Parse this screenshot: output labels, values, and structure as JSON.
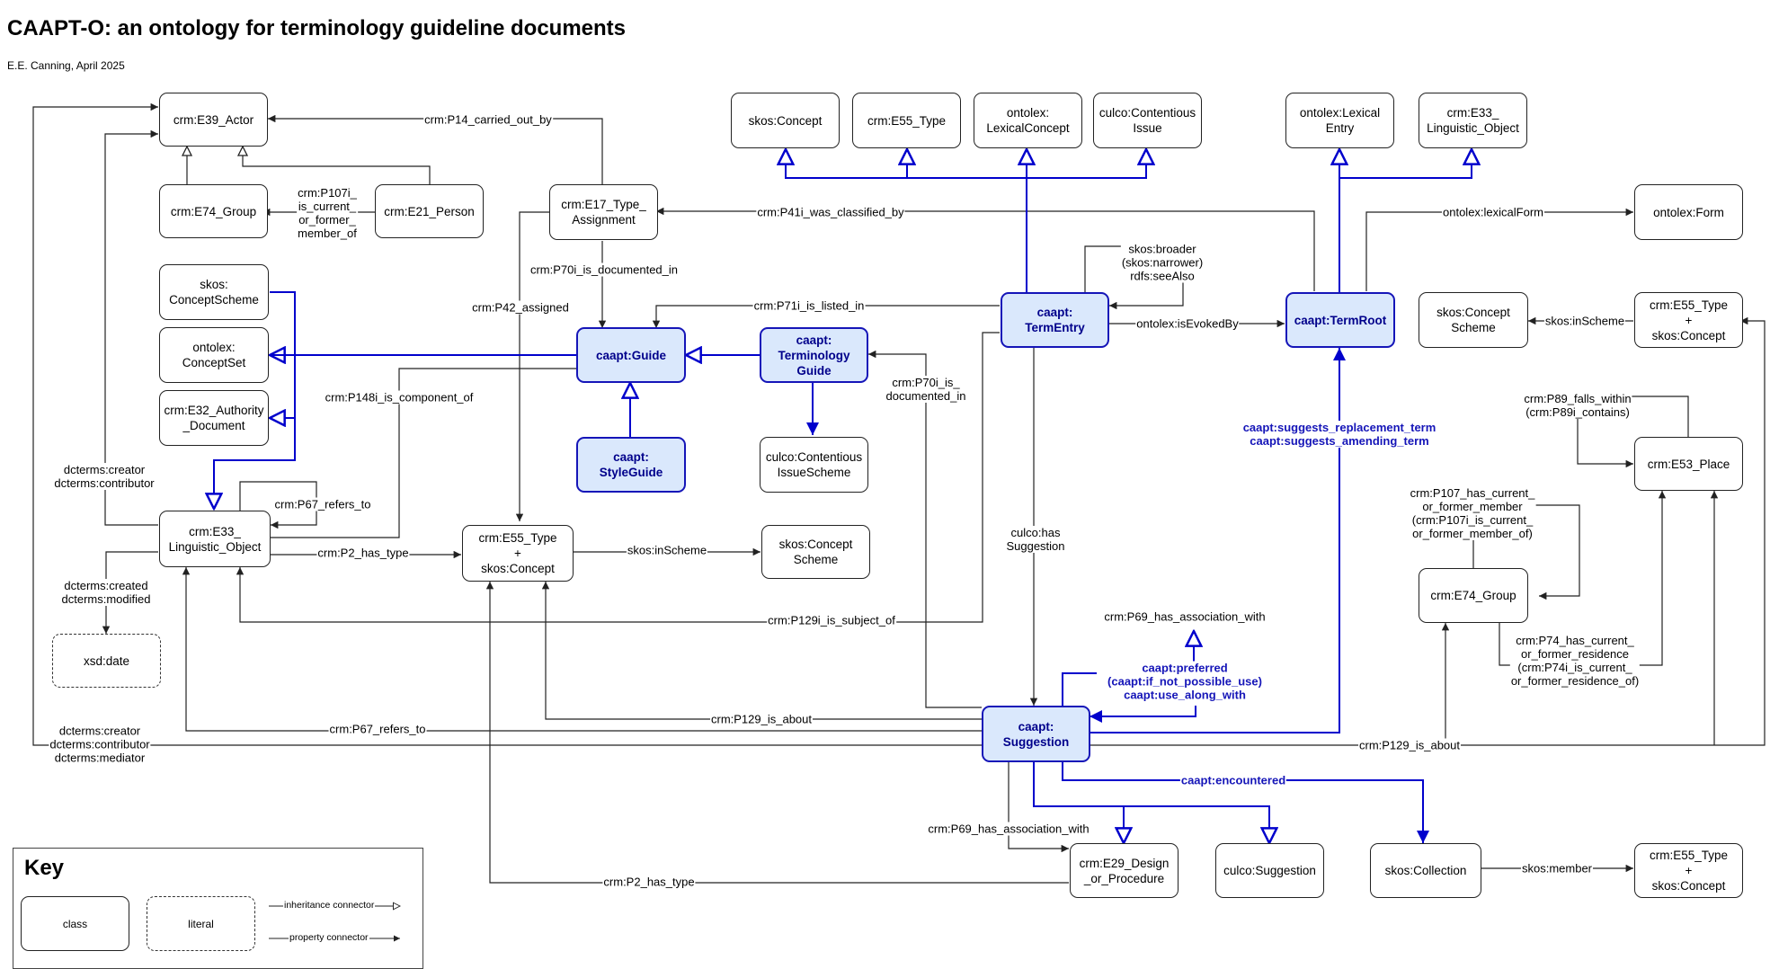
{
  "title": "CAAPT-O: an ontology for terminology guideline documents",
  "author_line": "E.E. Canning, April 2025",
  "nodes": {
    "e39_actor": "crm:E39_Actor",
    "e74_group_left": "crm:E74_Group",
    "e21_person": "crm:E21_Person",
    "e17_type_assignment": "crm:E17_Type_\nAssignment",
    "skos_concept": "skos:Concept",
    "e55_type_top": "crm:E55_Type",
    "ontolex_lexicalconcept": "ontolex:\nLexicalConcept",
    "culco_contentious_issue": "culco:Contentious\nIssue",
    "ontolex_lexicalentry": "ontolex:Lexical\nEntry",
    "e33_linguistic_top": "crm:E33_\nLinguistic_Object",
    "ontolex_form": "ontolex:Form",
    "skos_conceptscheme": "skos:\nConceptScheme",
    "ontolex_conceptset": "ontolex:\nConceptSet",
    "e32_authority": "crm:E32_Authority\n_Document",
    "caapt_guide": "caapt:Guide",
    "caapt_terminology_guide": "caapt:\nTerminology\nGuide",
    "caapt_styleguide": "caapt:\nStyleGuide",
    "culco_contentious_scheme": "culco:Contentious\nIssueScheme",
    "caapt_termentry": "caapt:\nTermEntry",
    "caapt_termroot": "caapt:TermRoot",
    "skos_concept_scheme_right": "skos:Concept\nScheme",
    "e55_skos_right_top": "crm:E55_Type\n+\nskos:Concept",
    "e53_place": "crm:E53_Place",
    "e74_group_right": "crm:E74_Group",
    "e33_linguistic_left": "crm:E33_\nLinguistic_Object",
    "e55_skos_mid": "crm:E55_Type\n+\nskos:Concept",
    "skos_concept_scheme_mid": "skos:Concept\nScheme",
    "xsd_date": "xsd:date",
    "caapt_suggestion": "caapt:\nSuggestion",
    "e29_design": "crm:E29_Design\n_or_Procedure",
    "culco_suggestion": "culco:Suggestion",
    "skos_collection": "skos:Collection",
    "e55_skos_bottom": "crm:E55_Type\n+\nskos:Concept"
  },
  "labels": {
    "p14": "crm:P14_carried_out_by",
    "p107i_left": "crm:P107i_\nis_current_\nor_former_\nmember_of",
    "p41i": "crm:P41i_was_classified_by",
    "lexicalform": "ontolex:lexicalForm",
    "broader": "skos:broader\n(skos:narrower)\nrdfs:seeAlso",
    "p70i_guide": "crm:P70i_is_documented_in",
    "p42": "crm:P42_assigned",
    "p71i": "crm:P71i_is_listed_in",
    "isevokedby": "ontolex:isEvokedBy",
    "inscheme_right": "skos:inScheme",
    "p70i_suggestion": "crm:P70i_is_\ndocumented_in",
    "p148i": "crm:P148i_is_component_of",
    "suggests_replacement": "caapt:suggests_replacement_term\ncaapt:suggests_amending_term",
    "p89": "crm:P89_falls_within\n(crm:P89i_contains)",
    "creator_top": "dcterms:creator\ndcterms:contributor",
    "p67_loop": "crm:P67_refers_to",
    "p107_right": "crm:P107_has_current_\nor_former_member\n(crm:P107i_is_current_\nor_former_member_of)",
    "has_suggestion": "culco:has\nSuggestion",
    "p2_mid": "crm:P2_has_type",
    "inscheme_mid": "skos:inScheme",
    "created": "dcterms:created\ndcterms:modified",
    "p129i": "crm:P129i_is_subject_of",
    "p69_top": "crm:P69_has_association_with",
    "p74": "crm:P74_has_current_\nor_former_residence\n(crm:P74i_is_current_\nor_former_residence_of)",
    "preferred": "caapt:preferred\n(caapt:if_not_possible_use)\ncaapt:use_along_with",
    "p129_about_left": "crm:P129_is_about",
    "p67_bottom": "crm:P67_refers_to",
    "creator_bottom": "dcterms:creator\ndcterms:contributor\ndcterms:mediator",
    "p129_about_right": "crm:P129_is_about",
    "encountered": "caapt:encountered",
    "p69_bottom": "crm:P69_has_association_with",
    "p2_bottom": "crm:P2_has_type",
    "skos_member": "skos:member"
  },
  "key": {
    "title": "Key",
    "class_label": "class",
    "literal_label": "literal",
    "inheritance_label": "inheritance connector",
    "property_label": "property connector"
  },
  "colors": {
    "caapt_fill": "#dae8fc",
    "caapt_border": "#1515b8",
    "blue_edge": "#0000cc",
    "edge": "#222222"
  }
}
